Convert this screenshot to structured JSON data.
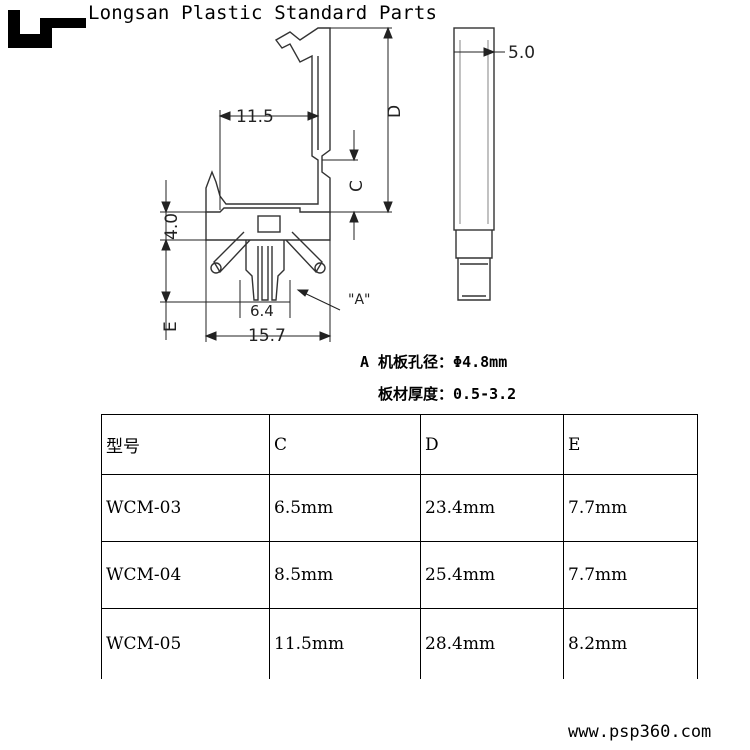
{
  "header": {
    "brand": "Longsan Plastic Standard Parts",
    "logo": "longsan-logo"
  },
  "drawing": {
    "dim_width_top": "11.5",
    "dim_thickness": "5.0",
    "dim_height_d": "D",
    "dim_c": "C",
    "dim_4": "4.0",
    "dim_e": "E",
    "dim_slot": "6.4",
    "dim_base": "15.7",
    "detail_label": "\"A\""
  },
  "notes": {
    "hole": "A 机板孔径：Φ4.8mm",
    "thickness": "板材厚度：0.5-3.2"
  },
  "table": {
    "headers": [
      "型号",
      "C",
      "D",
      "E"
    ],
    "rows": [
      [
        "WCM-03",
        "6.5mm",
        "23.4mm",
        "7.7mm"
      ],
      [
        "WCM-04",
        "8.5mm",
        "25.4mm",
        "7.7mm"
      ],
      [
        "WCM-05",
        "11.5mm",
        "28.4mm",
        "8.2mm"
      ]
    ]
  },
  "footer": {
    "website": "www.psp360.com"
  }
}
